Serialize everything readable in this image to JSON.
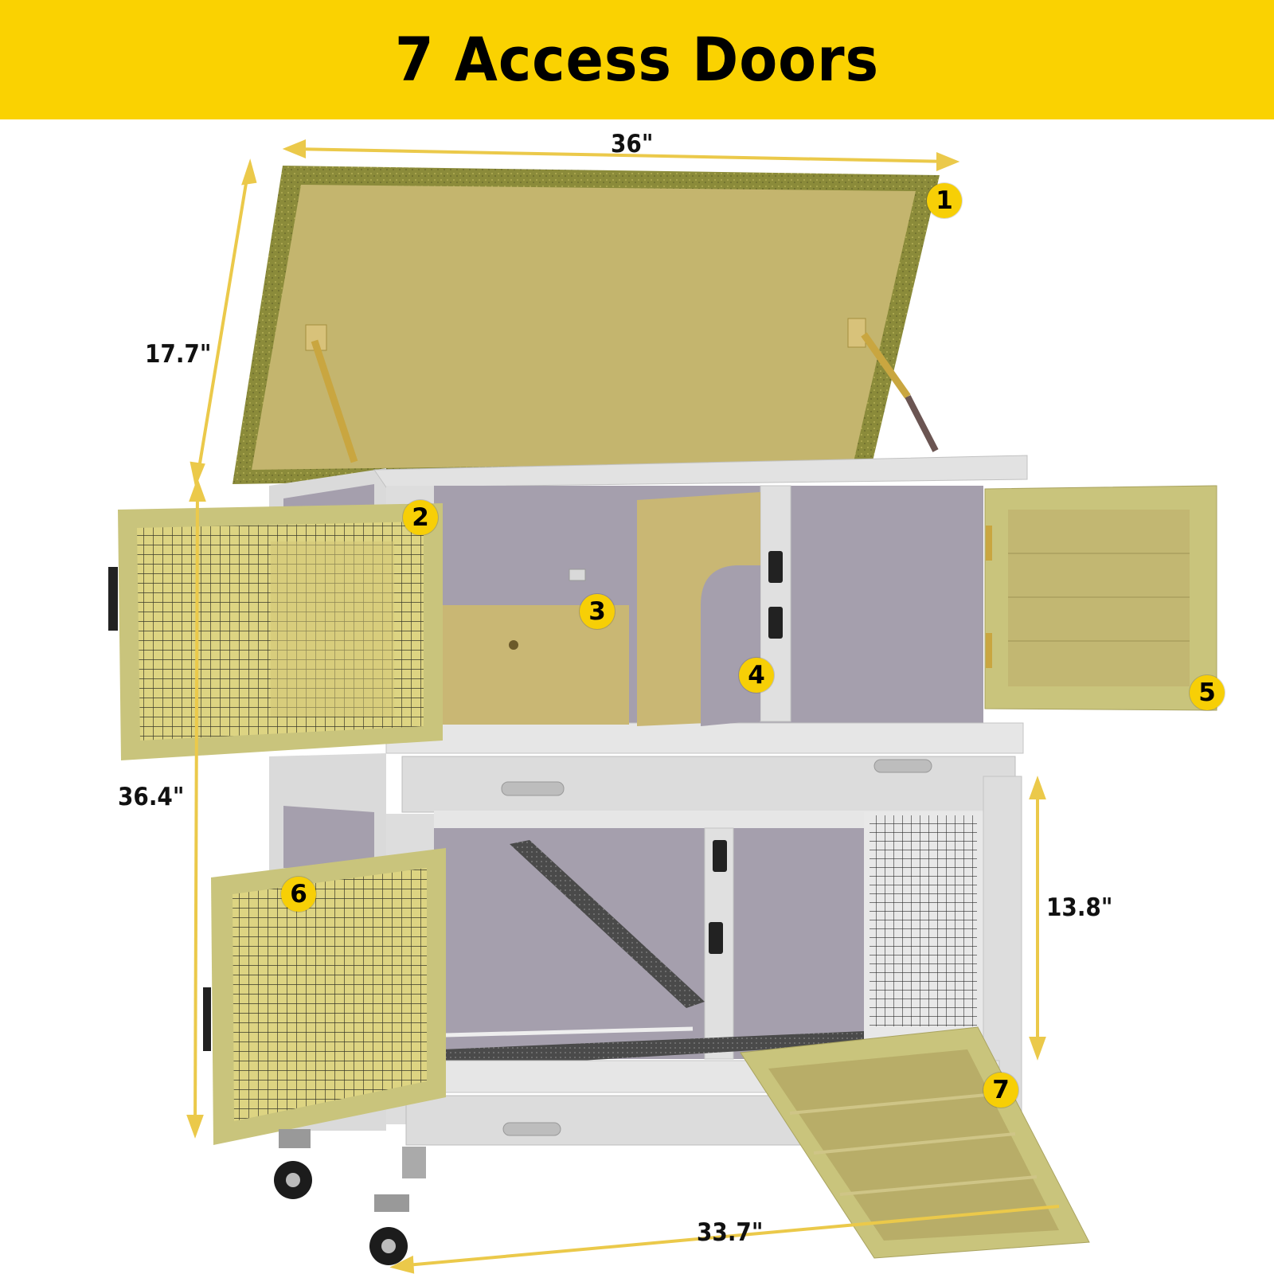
{
  "header": {
    "title": "7 Access Doors",
    "background": "#FAD201"
  },
  "dimensions": {
    "width_top": "36\"",
    "lid_height": "17.7\"",
    "total_height": "36.4\"",
    "lower_tier_height": "13.8\"",
    "bottom_length": "33.7\""
  },
  "doors": [
    {
      "number": "1"
    },
    {
      "number": "2"
    },
    {
      "number": "3"
    },
    {
      "number": "4"
    },
    {
      "number": "5"
    },
    {
      "number": "6"
    },
    {
      "number": "7"
    }
  ],
  "colors": {
    "accent_yellow": "#F7CF06",
    "dimension_line": "#EBC94A",
    "door_panel": "#C9C47C",
    "frame_grey": "#D9D9D9",
    "interior_lilac": "#A59FAD",
    "lid_underside": "#C4B56E"
  },
  "icons": [
    "hinge-icon",
    "latch-icon",
    "caster-wheel-icon",
    "handle-icon",
    "wire-mesh-icon"
  ]
}
